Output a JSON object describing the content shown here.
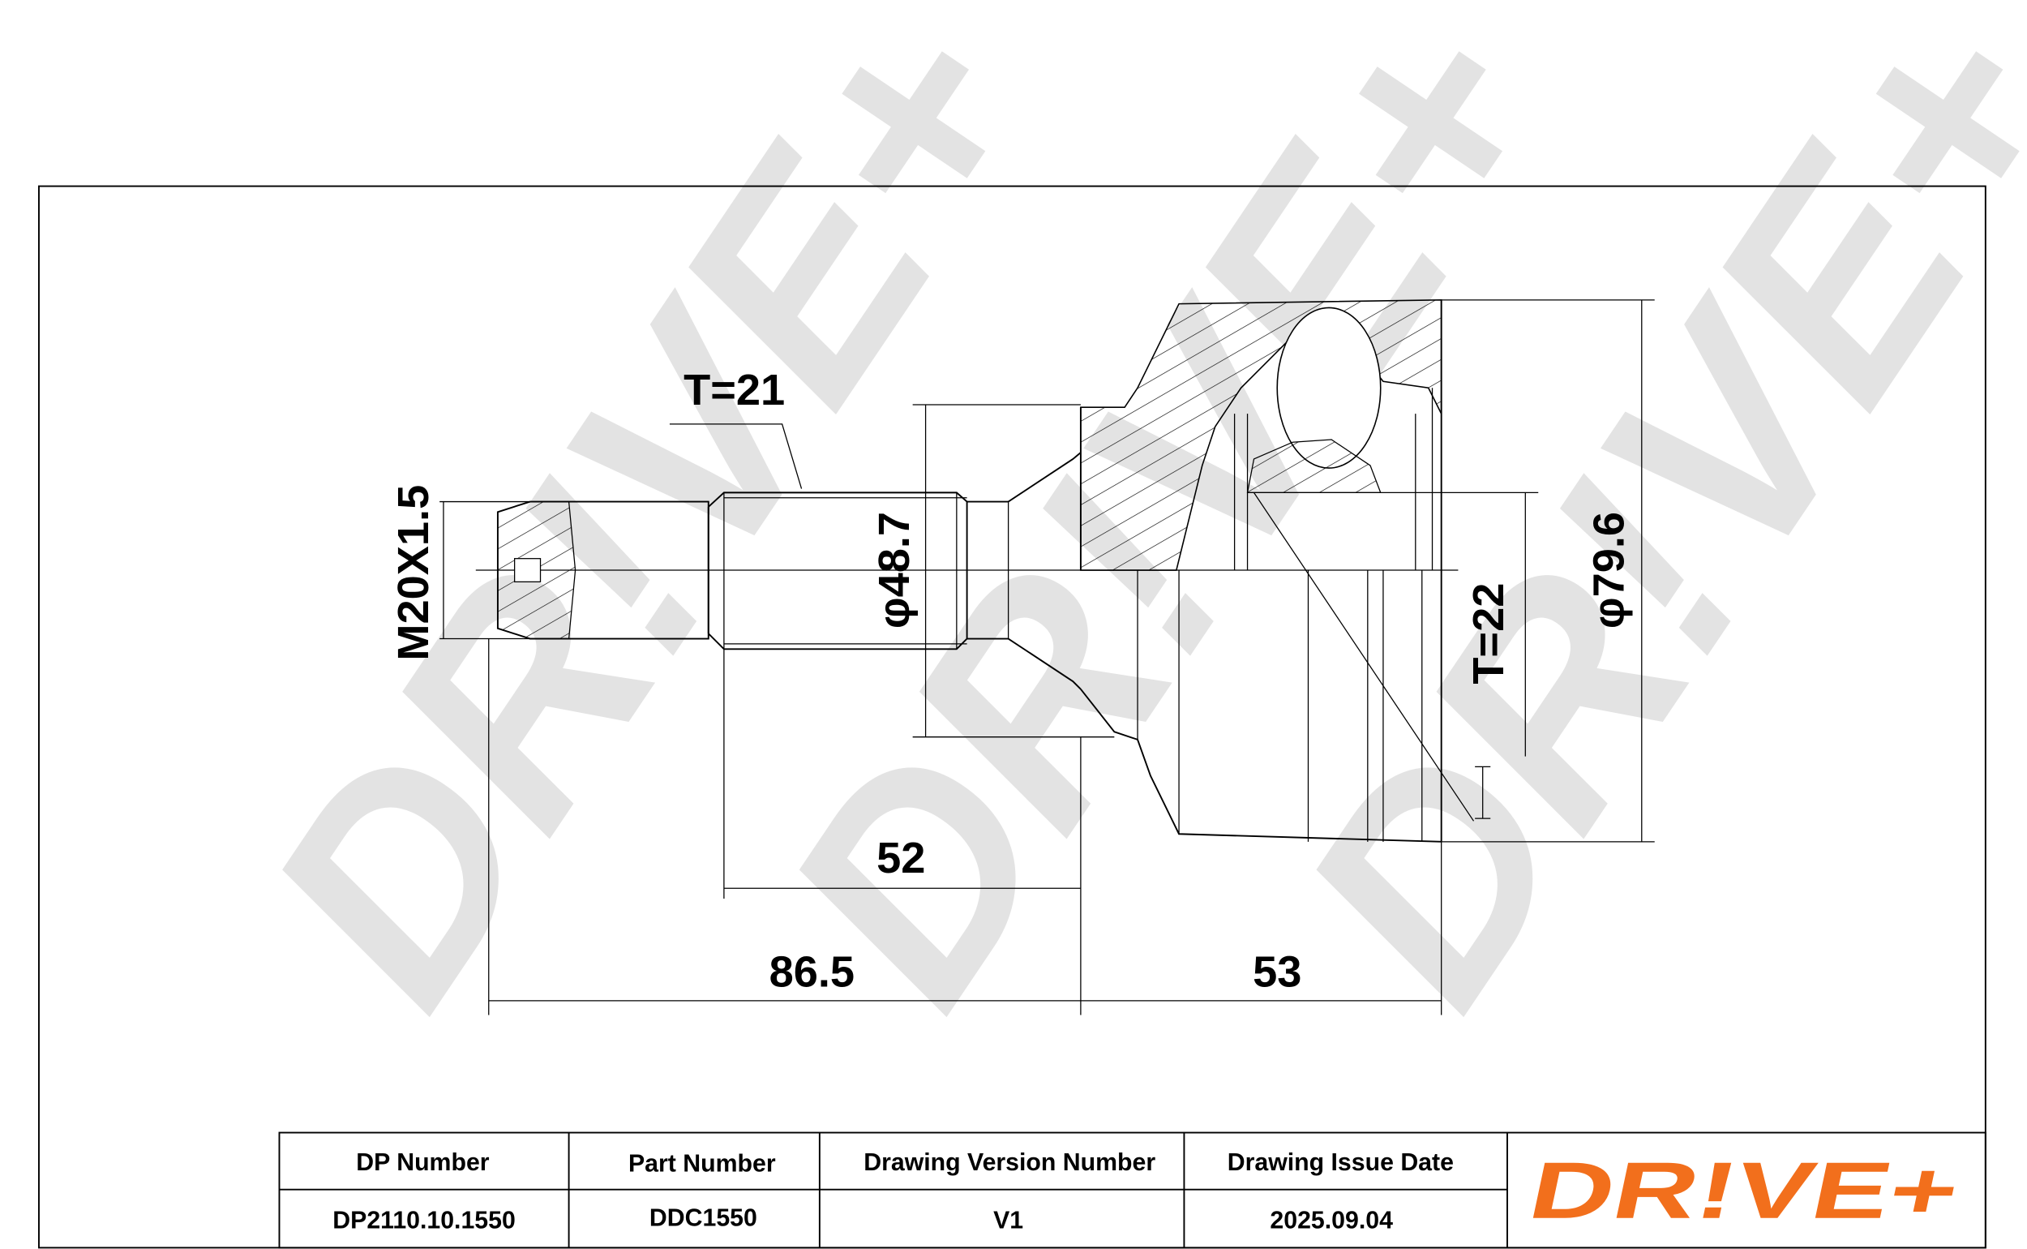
{
  "watermark": {
    "text": "DR!VE+",
    "color": "#e3e3e3"
  },
  "dimensions": {
    "thread": "M20X1.5",
    "spline_outer": "T=21",
    "shaft_diameter": "φ48.7",
    "spline_inner": "T=22",
    "housing_diameter": "φ79.6",
    "length_52": "52",
    "length_86_5": "86.5",
    "length_53": "53"
  },
  "table": {
    "headers": [
      "DP Number",
      "Part Number",
      "Drawing Version Number",
      "Drawing Issue Date"
    ],
    "values": [
      "DP2110.10.1550",
      "DDC1550",
      "V1",
      "2025.09.04"
    ]
  },
  "logo": {
    "text": "DR!VE+",
    "color": "#f26f1c",
    "accent": "#555555"
  }
}
